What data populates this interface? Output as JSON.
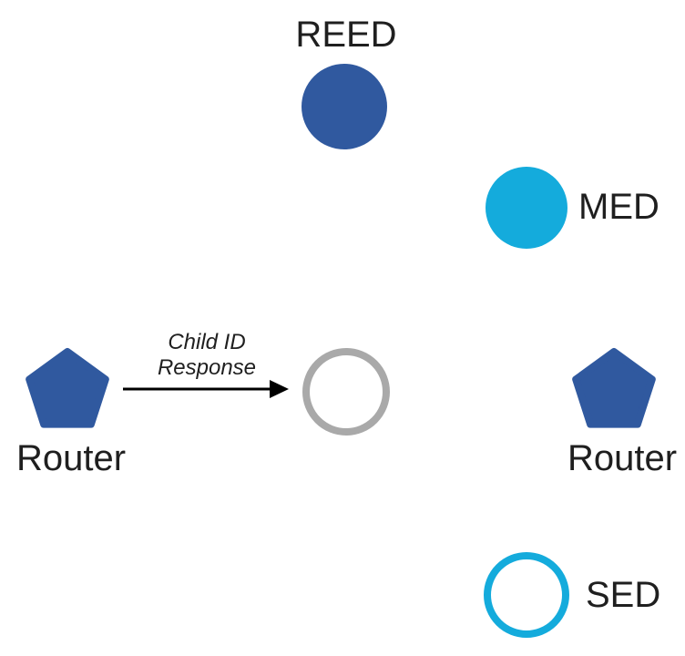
{
  "colors": {
    "navy": "#30599F",
    "cyan": "#14ABDC",
    "gray": "#A9A9A9",
    "white": "#FFFFFF",
    "black": "#000000",
    "text": "#1F1F1F"
  },
  "nodes": {
    "reed": {
      "label": "REED"
    },
    "med": {
      "label": "MED"
    },
    "router_left": {
      "label": "Router"
    },
    "router_right": {
      "label": "Router"
    },
    "sed": {
      "label": "SED"
    }
  },
  "arrow": {
    "label_line1": "Child ID",
    "label_line2": "Response"
  },
  "shapes": {
    "reed_circle": {
      "type": "filled-circle",
      "color": "#30599F"
    },
    "med_circle": {
      "type": "filled-circle",
      "color": "#14ABDC"
    },
    "router_left_pentagon": {
      "type": "filled-pentagon",
      "color": "#30599F"
    },
    "router_right_pentagon": {
      "type": "filled-pentagon",
      "color": "#30599F"
    },
    "unjoined_child_circle": {
      "type": "outlined-circle",
      "color": "#A9A9A9"
    },
    "sed_circle": {
      "type": "outlined-circle",
      "color": "#14ABDC"
    }
  }
}
